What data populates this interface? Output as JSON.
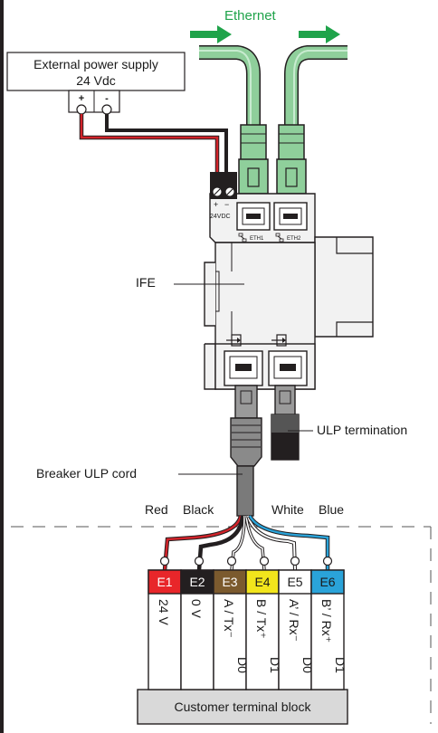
{
  "labels": {
    "ethernet": "Ethernet",
    "power_supply_line1": "External power supply",
    "power_supply_line2": "24 Vdc",
    "plus": "+",
    "minus": "-",
    "connector_plus": "+",
    "connector_minus": "−",
    "connector_voltage": "24VDC",
    "eth1": "ETH1",
    "eth2": "ETH2",
    "ife": "IFE",
    "ulp_termination": "ULP termination",
    "breaker_ulp_cord": "Breaker ULP cord",
    "wire_red": "Red",
    "wire_black": "Black",
    "wire_white": "White",
    "wire_blue": "Blue",
    "customer_terminal_block": "Customer terminal block"
  },
  "terminals": [
    {
      "id": "E1",
      "color": "#e8262a",
      "text_color": "#ffffff",
      "signal": "24 V",
      "sub": ""
    },
    {
      "id": "E2",
      "color": "#231f20",
      "text_color": "#ffffff",
      "signal": "0 V",
      "sub": ""
    },
    {
      "id": "E3",
      "color": "#7b5a2e",
      "text_color": "#ffffff",
      "signal": "A / Tx⁻",
      "sub": "D0"
    },
    {
      "id": "E4",
      "color": "#f2e51c",
      "text_color": "#1a1a1a",
      "signal": "B / Tx⁺",
      "sub": "D1"
    },
    {
      "id": "E5",
      "color": "#ffffff",
      "text_color": "#1a1a1a",
      "signal": "A’ / Rx⁻",
      "sub": "D0"
    },
    {
      "id": "E6",
      "color": "#2aa3d9",
      "text_color": "#1a1a1a",
      "signal": "B’ / Rx⁺",
      "sub": "D1"
    }
  ],
  "colors": {
    "ethernet_cable": "#8fcf9b",
    "ethernet_arrow": "#1fa34a",
    "wire_red": "#d2232a",
    "wire_black": "#231f20",
    "wire_blue": "#2aa3d9",
    "module_gray": "#f2f2f2",
    "block_base": "#d9d9d9"
  }
}
